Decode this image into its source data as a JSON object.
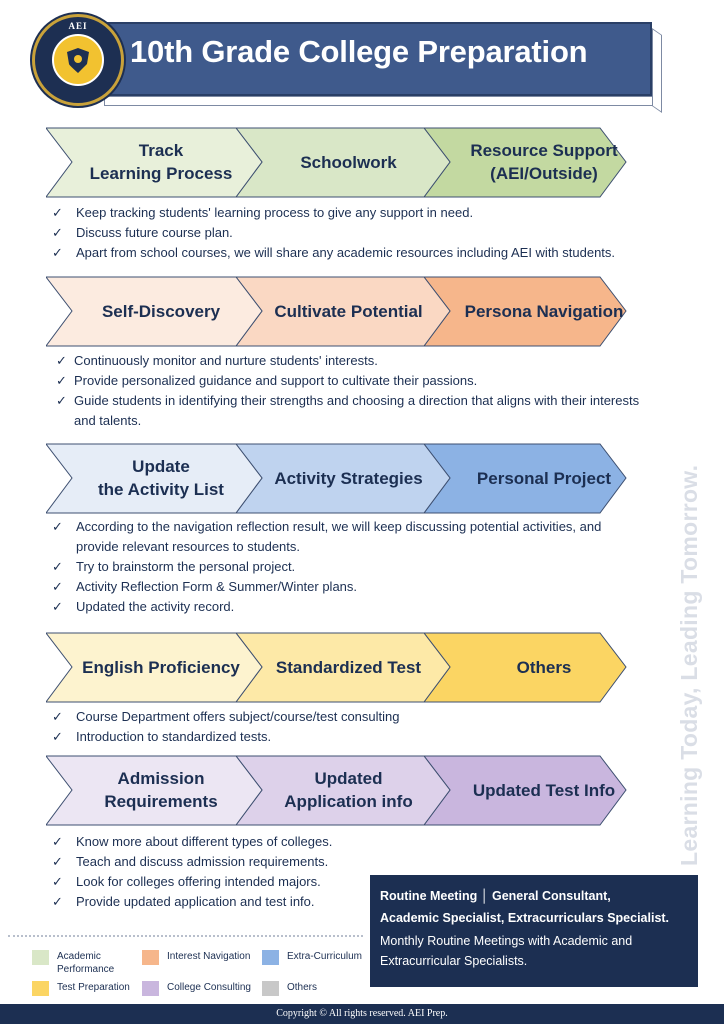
{
  "header": {
    "logo_text": "AEI",
    "title": "10th Grade College Preparation"
  },
  "sections": [
    {
      "steps": [
        "Track\nLearning Process",
        "Schoolwork",
        "Resource Support\n(AEI/Outside)"
      ],
      "colors": [
        "#e8f0da",
        "#d9e7c7",
        "#c3d9a1"
      ],
      "bullets": [
        "Keep tracking students' learning process to give any support in need.",
        "Discuss future course plan.",
        "Apart from school courses, we will share any academic resources including AEI with students."
      ]
    },
    {
      "steps": [
        "Self-Discovery",
        "Cultivate Potential",
        "Persona Navigation"
      ],
      "colors": [
        "#fcebe0",
        "#fad8c3",
        "#f6b68b"
      ],
      "bullets": [
        "Continuously monitor and nurture students' interests.",
        "Provide personalized guidance and support to cultivate their passions.",
        "Guide students in identifying their strengths and choosing a direction that aligns with their interests",
        "and talents."
      ]
    },
    {
      "steps": [
        "Update\nthe Activity List",
        "Activity Strategies",
        "Personal Project"
      ],
      "colors": [
        "#e6edf7",
        "#bfd3ef",
        "#8cb2e4"
      ],
      "bullets": [
        "According to the navigation reflection result, we will keep discussing potential activities, and",
        "provide relevant resources to students.",
        "Try to brainstorm the personal project.",
        "Activity Reflection Form & Summer/Winter plans.",
        "Updated the activity record."
      ]
    },
    {
      "steps": [
        "English Proficiency",
        "Standardized Test",
        "Others"
      ],
      "colors": [
        "#fdf3cf",
        "#fde9a7",
        "#fbd563"
      ],
      "bullets": [
        "Course Department offers subject/course/test consulting",
        "Introduction to standardized tests."
      ]
    },
    {
      "steps": [
        "Admission\nRequirements",
        "Updated\nApplication info",
        "Updated Test Info"
      ],
      "colors": [
        "#ece6f3",
        "#ddd1ea",
        "#c9b6de"
      ],
      "bullets": [
        "Know more about different types of colleges.",
        "Teach and discuss admission requirements.",
        "Look for colleges offering intended majors.",
        "Provide updated application and test info."
      ]
    }
  ],
  "check_glyph": "✓",
  "watermark": "Learning Today, Leading Tomorrow.",
  "routine": {
    "line1": "Routine Meeting │ General Consultant,",
    "line2": "Academic Specialist, Extracurriculars Specialist.",
    "line3": "Monthly Routine Meetings with Academic and Extracurricular Specialists."
  },
  "legend": [
    {
      "label": "Academic\nPerformance",
      "color": "#d9e7c7"
    },
    {
      "label": "Interest Navigation",
      "color": "#f6b68b"
    },
    {
      "label": "Extra-Curriculum",
      "color": "#8cb2e4"
    },
    {
      "label": "Test Preparation",
      "color": "#fbd563"
    },
    {
      "label": "College Consulting",
      "color": "#c9b6de"
    },
    {
      "label": "Others",
      "color": "#c8c8c8"
    }
  ],
  "footer": "Copyright © All rights reserved. AEI Prep."
}
